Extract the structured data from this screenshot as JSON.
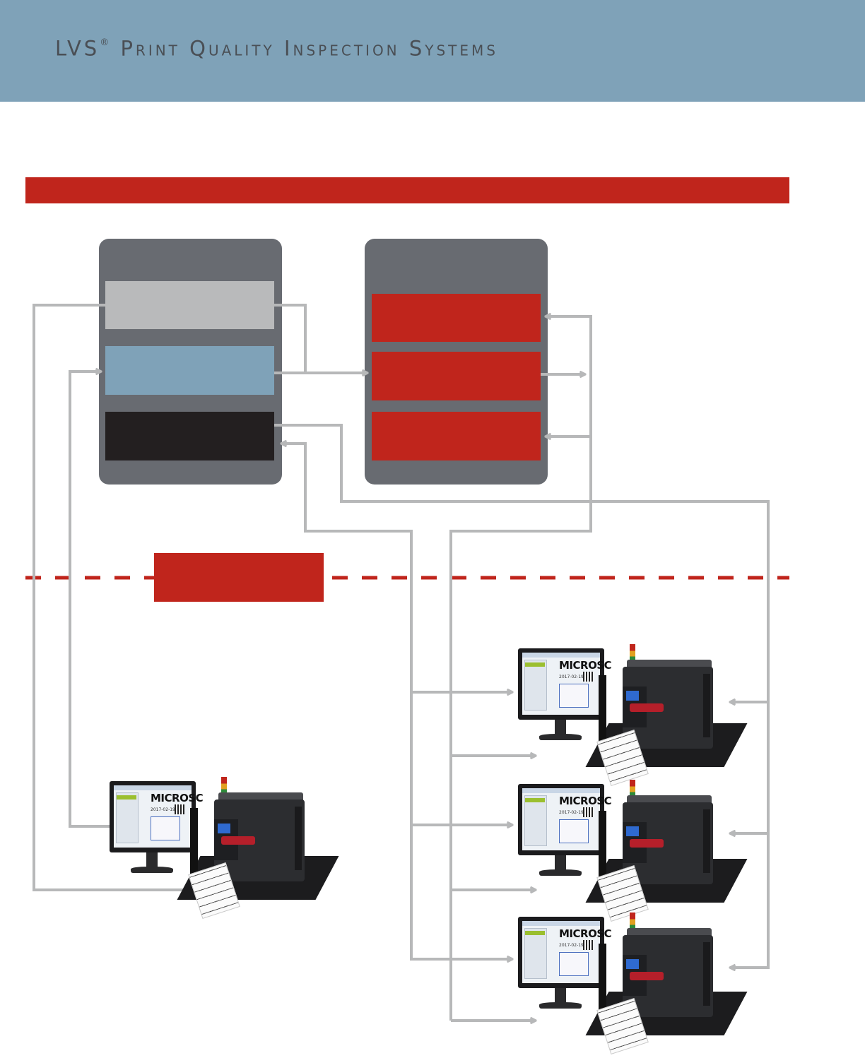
{
  "header": {
    "brand": "LVS",
    "registered_mark": "®",
    "title": "Print Quality Inspection Systems"
  },
  "colors": {
    "header_band": "#7fa2b8",
    "accent_red": "#c0251c",
    "panel_gray": "#686b71",
    "block_light_gray": "#b9babb",
    "block_steel_blue": "#7fa2b8",
    "block_black": "#231f20",
    "connector_gray": "#b7b8b9"
  },
  "stations": [
    {
      "id": "single-station",
      "screen_label": "MICROSC",
      "screen_date": "2017-02-19"
    },
    {
      "id": "station-1",
      "screen_label": "MICROSC",
      "screen_date": "2017-02-19"
    },
    {
      "id": "station-2",
      "screen_label": "MICROSC",
      "screen_date": "2017-02-19"
    },
    {
      "id": "station-3",
      "screen_label": "MICROSC",
      "screen_date": "2017-02-19"
    }
  ]
}
